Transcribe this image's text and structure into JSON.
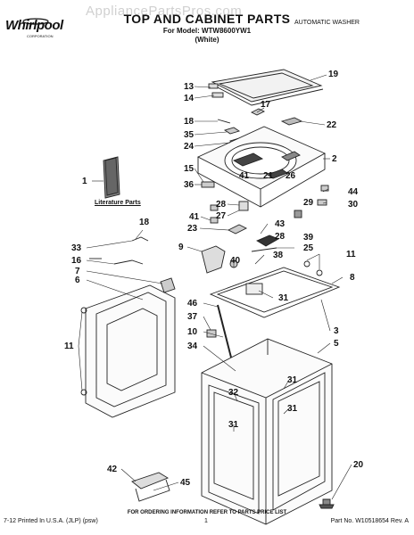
{
  "header": {
    "brand": "Whirlpool",
    "brand_sub": "CORPORATION",
    "watermark": "AppliancePartsPros.com",
    "title": "TOP AND CABINET PARTS",
    "model_line": "For Model: WTW8600YW1",
    "color_line": "(White)",
    "category": "AUTOMATIC WASHER"
  },
  "literature_label": "Literature Parts",
  "callouts": [
    {
      "id": "13",
      "label": "13"
    },
    {
      "id": "19",
      "label": "19"
    },
    {
      "id": "14",
      "label": "14"
    },
    {
      "id": "17",
      "label": "17"
    },
    {
      "id": "18",
      "label": "18"
    },
    {
      "id": "22",
      "label": "22"
    },
    {
      "id": "35",
      "label": "35"
    },
    {
      "id": "24",
      "label": "24"
    },
    {
      "id": "2",
      "label": "2"
    },
    {
      "id": "15",
      "label": "15"
    },
    {
      "id": "1",
      "label": "1"
    },
    {
      "id": "41a",
      "label": "41"
    },
    {
      "id": "21",
      "label": "21"
    },
    {
      "id": "26",
      "label": "26"
    },
    {
      "id": "36",
      "label": "36"
    },
    {
      "id": "44",
      "label": "44"
    },
    {
      "id": "28a",
      "label": "28"
    },
    {
      "id": "29",
      "label": "29"
    },
    {
      "id": "30",
      "label": "30"
    },
    {
      "id": "41b",
      "label": "41"
    },
    {
      "id": "27",
      "label": "27"
    },
    {
      "id": "43",
      "label": "43"
    },
    {
      "id": "23",
      "label": "23"
    },
    {
      "id": "28b",
      "label": "28"
    },
    {
      "id": "18b",
      "label": "18"
    },
    {
      "id": "39",
      "label": "39"
    },
    {
      "id": "25",
      "label": "25"
    },
    {
      "id": "9",
      "label": "9"
    },
    {
      "id": "33",
      "label": "33"
    },
    {
      "id": "38",
      "label": "38"
    },
    {
      "id": "11a",
      "label": "11"
    },
    {
      "id": "16",
      "label": "16"
    },
    {
      "id": "40",
      "label": "40"
    },
    {
      "id": "7",
      "label": "7"
    },
    {
      "id": "8",
      "label": "8"
    },
    {
      "id": "6",
      "label": "6"
    },
    {
      "id": "31a",
      "label": "31"
    },
    {
      "id": "46",
      "label": "46"
    },
    {
      "id": "37",
      "label": "37"
    },
    {
      "id": "3",
      "label": "3"
    },
    {
      "id": "10",
      "label": "10"
    },
    {
      "id": "5",
      "label": "5"
    },
    {
      "id": "11b",
      "label": "11"
    },
    {
      "id": "34",
      "label": "34"
    },
    {
      "id": "31b",
      "label": "31"
    },
    {
      "id": "32",
      "label": "32"
    },
    {
      "id": "31c",
      "label": "31"
    },
    {
      "id": "31d",
      "label": "31"
    },
    {
      "id": "42",
      "label": "42"
    },
    {
      "id": "20",
      "label": "20"
    },
    {
      "id": "45",
      "label": "45"
    }
  ],
  "footer": {
    "note": "FOR ORDERING INFORMATION REFER TO PARTS PRICE LIST",
    "printed": "7-12 Printed In U.S.A. (JLP) (psw)",
    "page": "1",
    "part_no": "Part No. W10518654 Rev. A"
  }
}
